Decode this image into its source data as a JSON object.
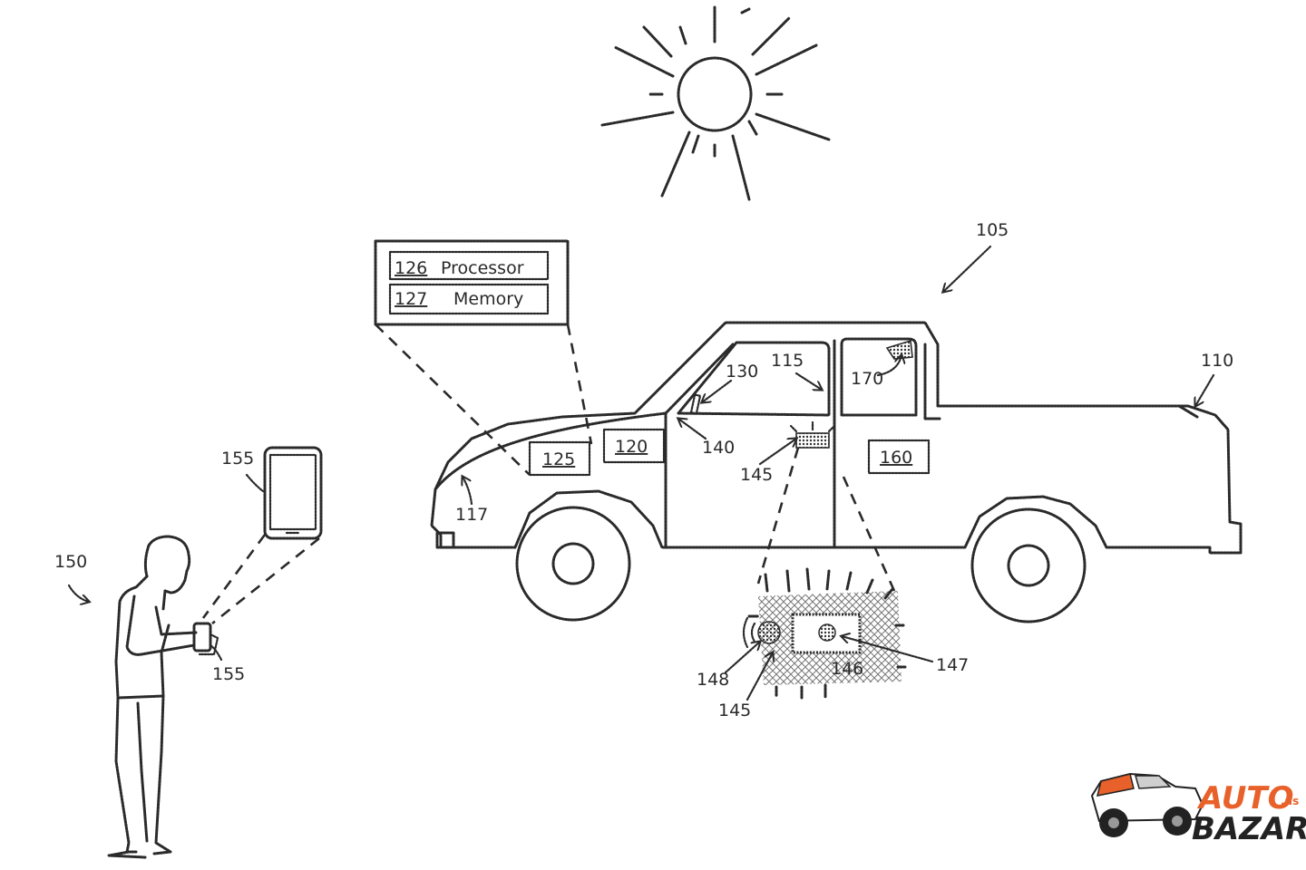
{
  "labels": {
    "vehicle_ref": "105",
    "bed_ref": "110",
    "window_ref": "115",
    "hood_ref": "117",
    "box_120": "120",
    "box_125": "125",
    "box_160": "160",
    "ref_130": "130",
    "ref_140": "140",
    "ref_145_top": "145",
    "ref_145_bottom": "145",
    "ref_146": "146",
    "ref_147": "147",
    "ref_148": "148",
    "ref_170": "170",
    "user_ref": "150",
    "phone_ref_top": "155",
    "phone_ref_hand": "155"
  },
  "callout": {
    "processor_num": "126",
    "processor_label": "Processor",
    "memory_num": "127",
    "memory_label": "Memory"
  },
  "watermark": {
    "word1": "AUTO",
    "word2": "BAZAR",
    "suffix": ".us"
  },
  "colors": {
    "line": "#2a2a2a",
    "logo_orange": "#e8612a",
    "logo_dark": "#222222"
  }
}
